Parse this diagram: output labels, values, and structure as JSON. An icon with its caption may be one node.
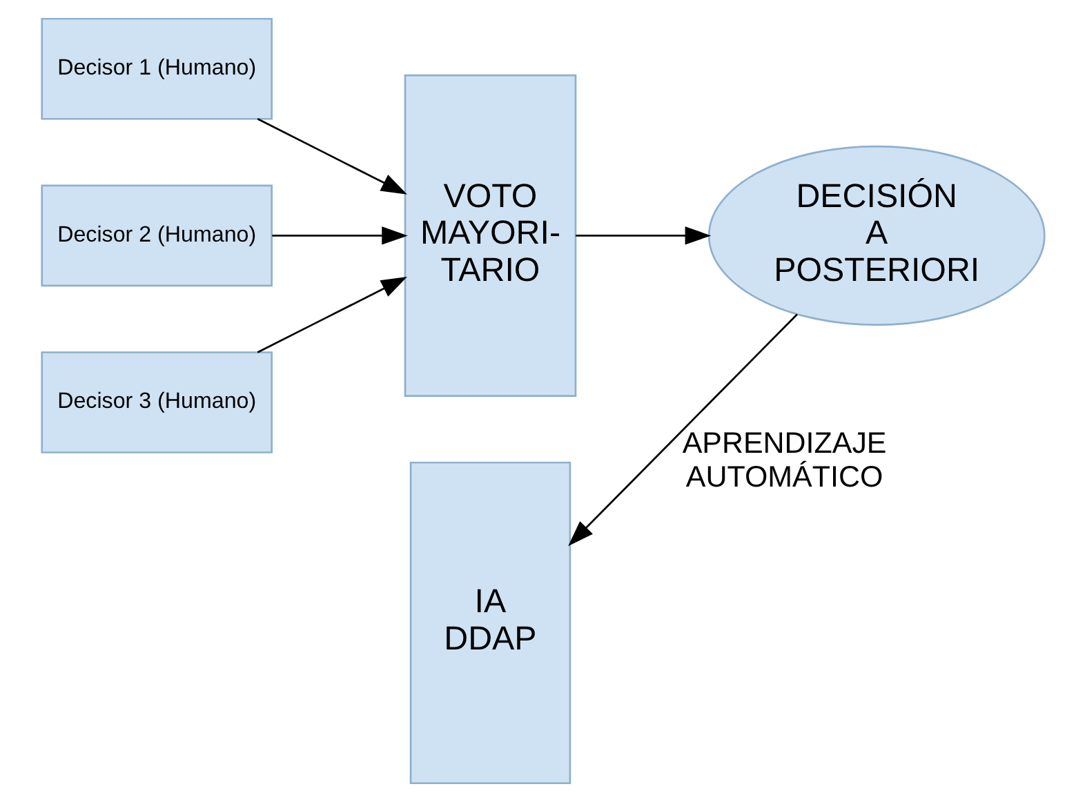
{
  "diagram": {
    "nodes": [
      {
        "text": [
          "Decisor 1 (Humano)"
        ]
      },
      {
        "text": [
          "Decisor 2 (Humano)"
        ]
      },
      {
        "text": [
          "Decisor 3 (Humano)"
        ]
      },
      {
        "text": [
          "VOTO MAYORI- TARIO"
        ]
      },
      {
        "text": [
          "DECISIÓN A POSTERIORI"
        ]
      },
      {
        "text": [
          "IA DDAP"
        ]
      }
    ],
    "edges": [
      {
        "from": 0,
        "to": 3,
        "arrow": "to"
      },
      {
        "from": 1,
        "to": 3,
        "arrow": "to"
      },
      {
        "from": 2,
        "to": 3,
        "arrow": "to"
      },
      {
        "from": 3,
        "to": 4,
        "arrow": "to"
      },
      {
        "from": 4,
        "to": 5,
        "arrow": "to",
        "label": "APRENDIZAJE AUTOMÁTICO"
      }
    ]
  }
}
